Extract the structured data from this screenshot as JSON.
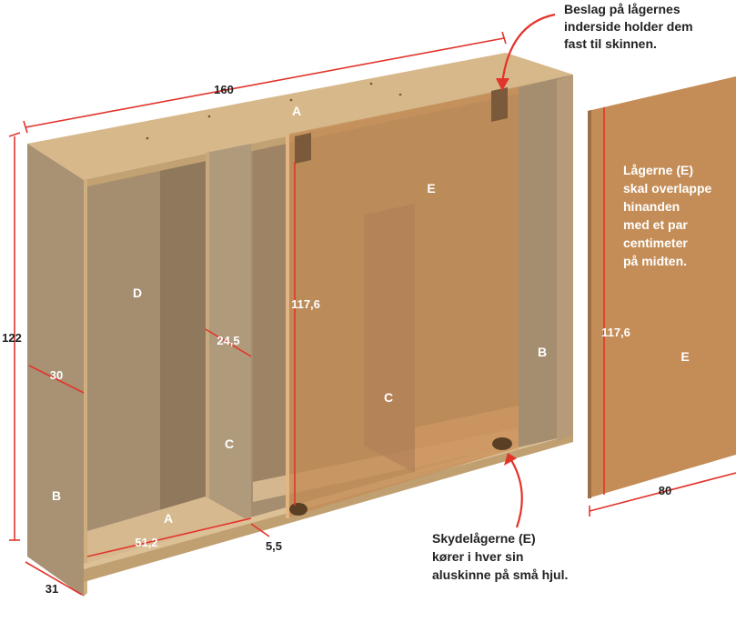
{
  "colors": {
    "wood_face": "#a08a6e",
    "wood_edge": "#c9a87a",
    "wood_top": "#d4b488",
    "wood_dark": "#8c7559",
    "door": "#b8875a",
    "door_panel": "#c48d57",
    "dimension_line": "#e2342b",
    "text_dark": "#222222"
  },
  "labels": {
    "top_a": "A",
    "bottom_a": "A",
    "d": "D",
    "b_left": "B",
    "b_right": "B",
    "c_left": "C",
    "c_mid": "C",
    "e_door": "E",
    "e_panel": "E"
  },
  "dimensions": {
    "width": "160",
    "height": "122",
    "depth": "31",
    "inner_depth": "30",
    "divider": "24,5",
    "inner_width": "51,2",
    "gap": "5,5",
    "door_height": "117,6",
    "panel_height": "117,6",
    "panel_width": "80"
  },
  "notes": {
    "top_right": [
      "Beslag på lågernes",
      "inderside holder dem",
      "fast til skinnen."
    ],
    "panel": [
      "Lågerne (E)",
      "skal overlappe",
      "hinanden",
      "med et par",
      "centimeter",
      "på midten."
    ],
    "bottom": [
      "Skydelågerne (E)",
      "kører i hver sin",
      "aluskinne på små hjul."
    ]
  }
}
